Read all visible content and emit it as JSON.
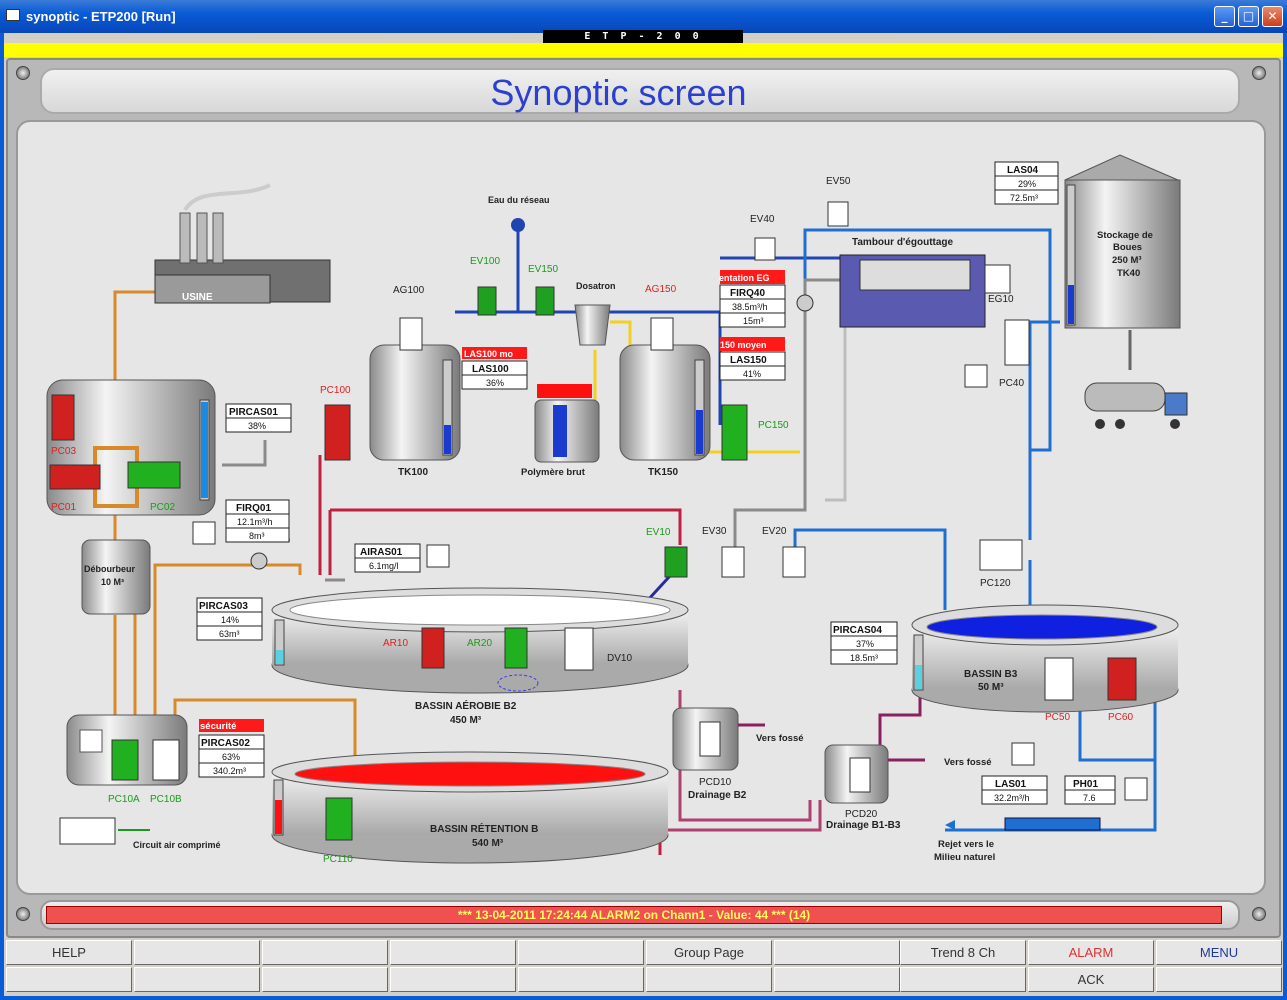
{
  "window": {
    "title": "synoptic - ETP200 [Run]",
    "banner": "E T P - 2 0 0"
  },
  "screen_title": "Synoptic screen",
  "labels": {
    "usine": "USINE",
    "eau_reseau": "Eau du réseau",
    "dosatron": "Dosatron",
    "polymere": "Polymère brut",
    "tk100": "TK100",
    "tk150": "TK150",
    "tambour": "Tambour d'égouttage",
    "stockage": [
      "Stockage de",
      "Boues",
      "250 M³",
      "TK40"
    ],
    "debourbeur": [
      "Débourbeur",
      "10 M³"
    ],
    "bassin_b2": [
      "BASSIN AÉROBIE B2",
      "450 M³"
    ],
    "bassin_b3": [
      "BASSIN B3",
      "50 M³"
    ],
    "bassin_retention": [
      "BASSIN RÉTENTION B",
      "540 M³"
    ],
    "vers_fosse_1": "Vers fossé",
    "vers_fosse_2": "Vers fossé",
    "drainage_b2": [
      "PCD10",
      "Drainage B2"
    ],
    "drainage_b1b3": [
      "PCD20",
      "Drainage B1-B3"
    ],
    "rejet": [
      "Rejet vers le",
      "Milieu naturel"
    ],
    "air": "Circuit air comprimé"
  },
  "tags": {
    "ag100": "AG100",
    "ag150": "AG150",
    "ev100": "EV100",
    "ev150": "EV150",
    "ev50": "EV50",
    "ev40": "EV40",
    "eg10": "EG10",
    "pc40": "PC40",
    "pc100": "PC100",
    "pc150": "PC150",
    "pc03": "PC03",
    "pc01": "PC01",
    "pc02": "PC02",
    "ev10": "EV10",
    "ev30": "EV30",
    "ev20": "EV20",
    "pc120": "PC120",
    "ar10": "AR10",
    "ar20": "AR20",
    "dv10": "DV10",
    "pc50": "PC50",
    "pc60": "PC60",
    "pc10a": "PC10A",
    "pc10b": "PC10B",
    "pc110": "PC110"
  },
  "instruments": {
    "las04": {
      "name": "LAS04",
      "v1": "29%",
      "v2": "72.5m³"
    },
    "firq40": {
      "banner": "entation EG",
      "name": "FIRQ40",
      "v1": "38.5m³/h",
      "v2": "15m³"
    },
    "las150": {
      "banner": "150 moyen",
      "name": "LAS150",
      "v1": "41%"
    },
    "las100": {
      "banner": "LAS100 mo",
      "name": "LAS100",
      "v1": "36%"
    },
    "pircas01": {
      "name": "PIRCAS01",
      "v1": "38%"
    },
    "firq01": {
      "name": "FIRQ01",
      "v1": "12.1m³/h",
      "v2": "8m³"
    },
    "airas01": {
      "name": "AIRAS01",
      "v1": "6.1mg/l"
    },
    "pircas03": {
      "name": "PIRCAS03",
      "v1": "14%",
      "v2": "63m³"
    },
    "pircas02": {
      "banner": "sécurité",
      "name": "PIRCAS02",
      "v1": "63%",
      "v2": "340.2m³"
    },
    "pircas04": {
      "name": "PIRCAS04",
      "v1": "37%",
      "v2": "18.5m³"
    },
    "las01": {
      "name": "LAS01",
      "v1": "32.2m³/h"
    },
    "ph01": {
      "name": "PH01",
      "v1": "7.6"
    }
  },
  "alarm": "*** 13-04-2011 17:24:44   ALARM2 on Chann1 - Value: 44 *** (14)",
  "fkeys_top": [
    "HELP",
    "",
    "",
    "",
    "",
    "Group Page",
    "",
    "Trend 8 Ch",
    "ALARM",
    "MENU"
  ],
  "fkeys_bottom": [
    "",
    "",
    "",
    "",
    "",
    "",
    "",
    "",
    "ACK",
    ""
  ],
  "colors": {
    "pipe_blue": "#1e6fd0",
    "pipe_orange": "#d68a2a",
    "pipe_red": "#c02040",
    "pipe_gray": "#8a8a8a",
    "alarm": "#f05050",
    "title": "#2b3fd0"
  }
}
